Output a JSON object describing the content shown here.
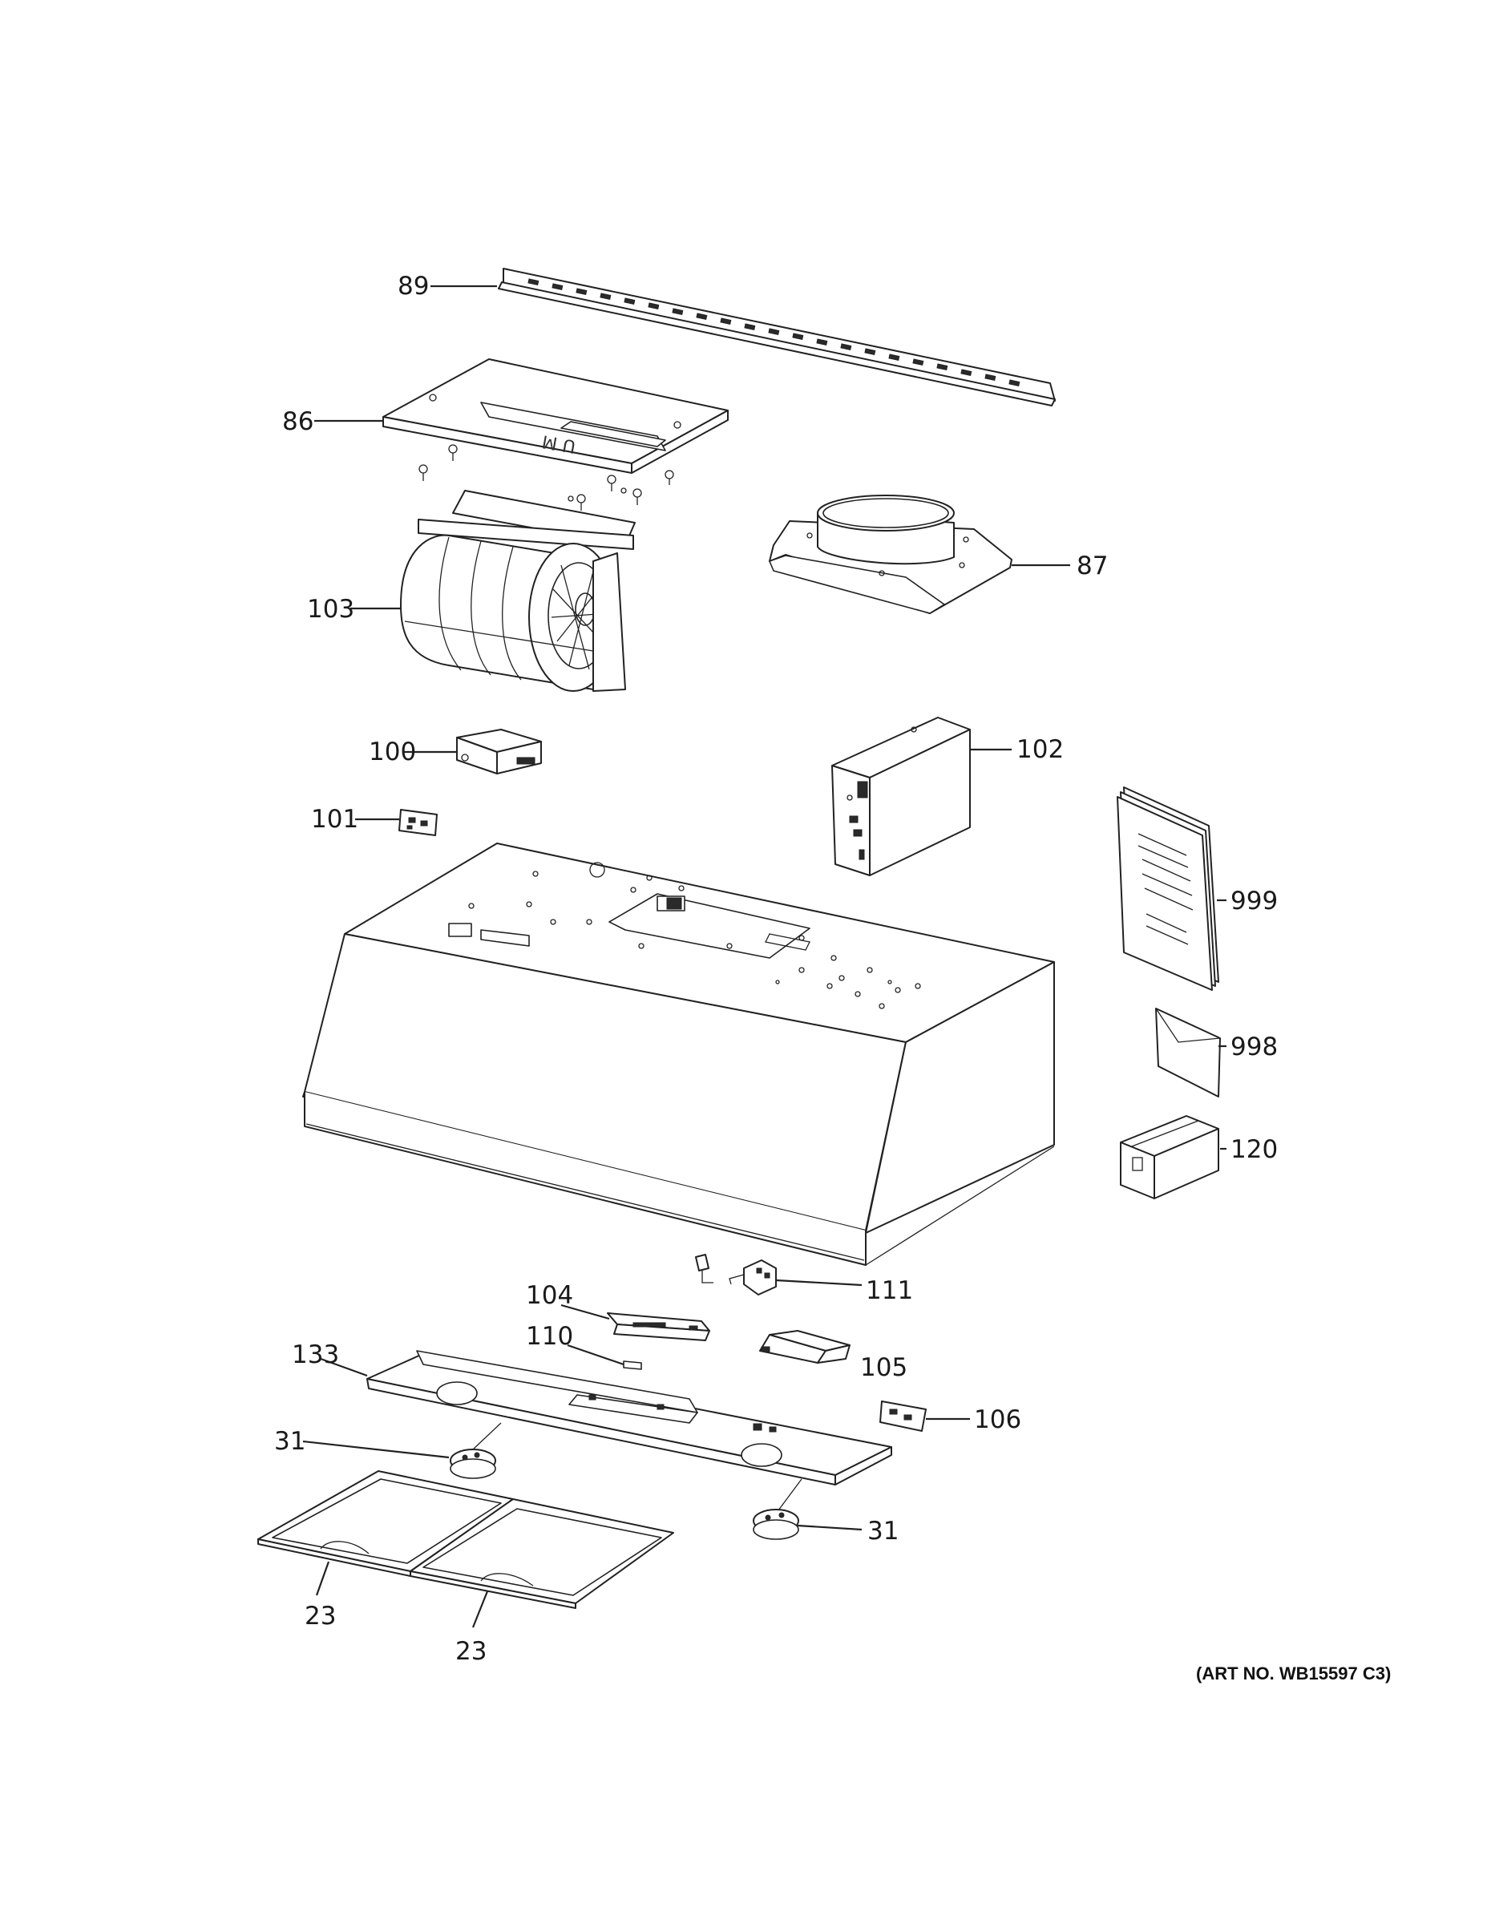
{
  "diagram": {
    "callouts": {
      "c89": "89",
      "c86": "86",
      "c87": "87",
      "c103": "103",
      "c100": "100",
      "c102": "102",
      "c101": "101",
      "c999": "999",
      "c998": "998",
      "c120": "120",
      "c111": "111",
      "c104": "104",
      "c110": "110",
      "c105": "105",
      "c133": "133",
      "c106": "106",
      "c31a": "31",
      "c31b": "31",
      "c23a": "23",
      "c23b": "23"
    },
    "art_number": "(ART NO. WB15597 C3)",
    "embossed_text": "U M"
  }
}
